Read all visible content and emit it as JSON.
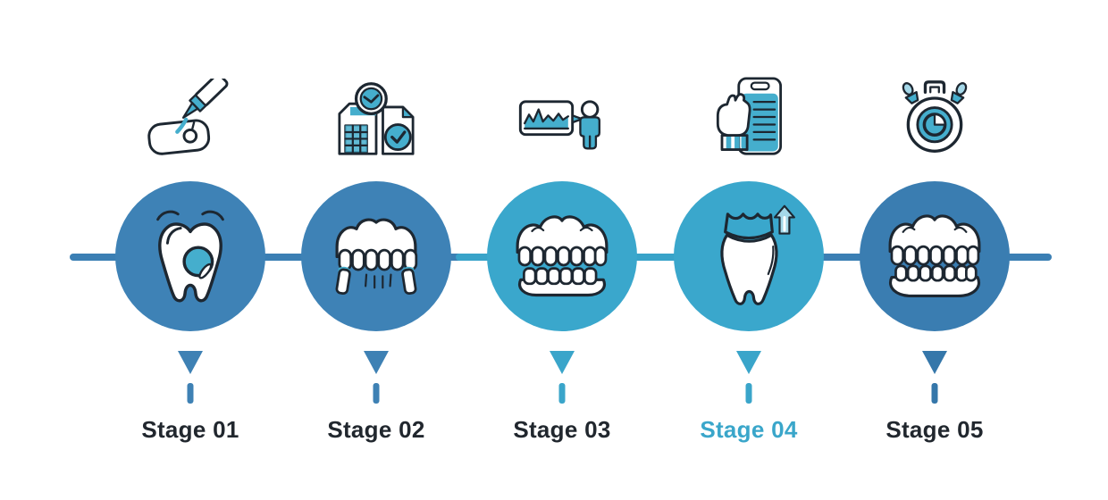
{
  "timeline": {
    "stages": [
      {
        "label": "Stage 01",
        "icon": "dental-drill-gauze-icon",
        "illustration": "tooth-cavity-treatment",
        "circle_color": "#3e82b6",
        "marker_color": "#3e81b4",
        "label_color": "#21272e"
      },
      {
        "label": "Stage 02",
        "icon": "dental-clinic-schedule-icon",
        "illustration": "partial-denture-clasps",
        "circle_color": "#3e82b6",
        "marker_color": "#3e81b4",
        "label_color": "#21272e"
      },
      {
        "label": "Stage 03",
        "icon": "dental-chart-patient-icon",
        "illustration": "full-dentures",
        "circle_color": "#3aa7cc",
        "marker_color": "#3aa5ca",
        "label_color": "#21272e"
      },
      {
        "label": "Stage 04",
        "icon": "hand-checklist-icon",
        "illustration": "crown-fitting-tooth",
        "circle_color": "#3aa7cc",
        "marker_color": "#3aa5ca",
        "label_color": "#3aa6ca"
      },
      {
        "label": "Stage 05",
        "icon": "stopwatch-icon",
        "illustration": "full-dentures-final",
        "circle_color": "#3a7db1",
        "marker_color": "#3577aa",
        "label_color": "#21272e"
      }
    ]
  },
  "colors": {
    "background": "#ffffff",
    "line-steel": "#3b7fb4",
    "segment-cyan": "#38a3c9",
    "circle-steel": "#3e82b6",
    "circle-cyan": "#3aa7cc",
    "circle-steel-dark": "#3a7db1",
    "accent-cyan": "#45aecd",
    "accent-cyan-light": "#a5d8e9",
    "ink": "#1d2731",
    "label-dark": "#21272e",
    "label-cyan": "#3aa6ca"
  }
}
